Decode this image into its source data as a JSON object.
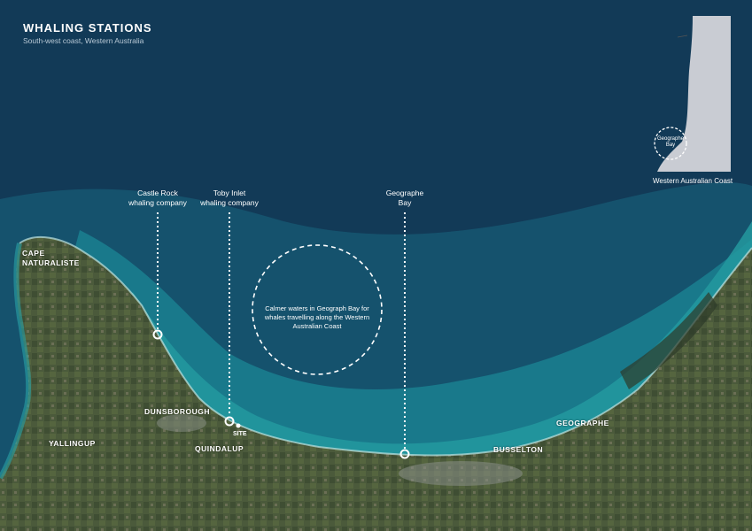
{
  "map": {
    "title": "WHALING STATIONS",
    "subtitle": "South-west coast, Western Australia",
    "colors": {
      "deep_sea": "#123a57",
      "mid_sea": "#155a73",
      "shallow_sea": "#1a8a96",
      "coast_turquoise": "#2aa3a6",
      "land": "#4a5a3c",
      "urban": "#8a8f88"
    },
    "callouts": [
      {
        "id": "castle-rock",
        "label": "Castle Rock\nwhaling company"
      },
      {
        "id": "toby-inlet",
        "label": "Toby Inlet\nwhaling company"
      },
      {
        "id": "geographe-bay",
        "label": "Geographe\nBay"
      }
    ],
    "calm_note": "Calmer waters in Geograph Bay for whales travelling along the Western Australian Coast",
    "places": {
      "cape": "CAPE\nNATURALISTE",
      "dunsborough": "DUNSBOROUGH",
      "yallingup": "YALLINGUP",
      "quindalup": "QUINDALUP",
      "site": "SITE",
      "busselton": "BUSSELTON",
      "geographe": "GEOGRAPHE"
    },
    "inset": {
      "circle_label": "Geographe\nBay",
      "caption": "Western Australian Coast"
    }
  }
}
